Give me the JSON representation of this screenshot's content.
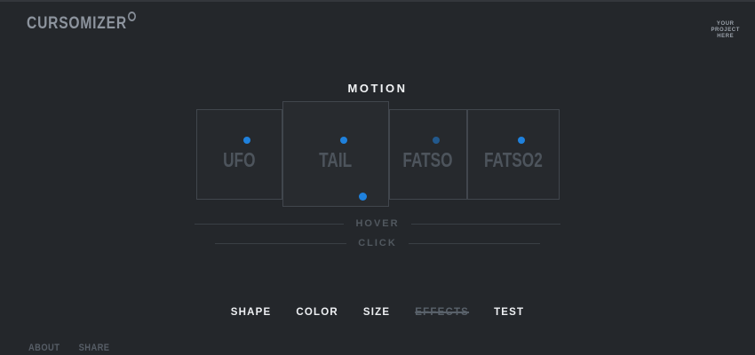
{
  "colors": {
    "background": "#24272b",
    "accent_blue": "#1f81dd",
    "box_border": "#41464d",
    "label_gray": "#4d545c",
    "text_white": "#f2f4f6",
    "disabled_gray": "#59616a"
  },
  "header": {
    "logo_text": "CURSOMIZER",
    "project_link": {
      "line1": "YOUR",
      "line2": "PROJECT",
      "line3": "HERE"
    }
  },
  "motion": {
    "title": "MOTION",
    "options": [
      {
        "label": "UFO",
        "selected": false
      },
      {
        "label": "TAIL",
        "selected": true
      },
      {
        "label": "FATSO",
        "selected": false
      },
      {
        "label": "FATSO2",
        "selected": false
      }
    ]
  },
  "sections": {
    "hover_label": "HOVER",
    "click_label": "CLICK"
  },
  "nav": {
    "items": [
      {
        "label": "SHAPE",
        "disabled": false
      },
      {
        "label": "COLOR",
        "disabled": false
      },
      {
        "label": "SIZE",
        "disabled": false
      },
      {
        "label": "EFFECTS",
        "disabled": true
      },
      {
        "label": "TEST",
        "disabled": false
      }
    ]
  },
  "footer": {
    "items": [
      {
        "label": "ABOUT"
      },
      {
        "label": "SHARE"
      }
    ]
  }
}
